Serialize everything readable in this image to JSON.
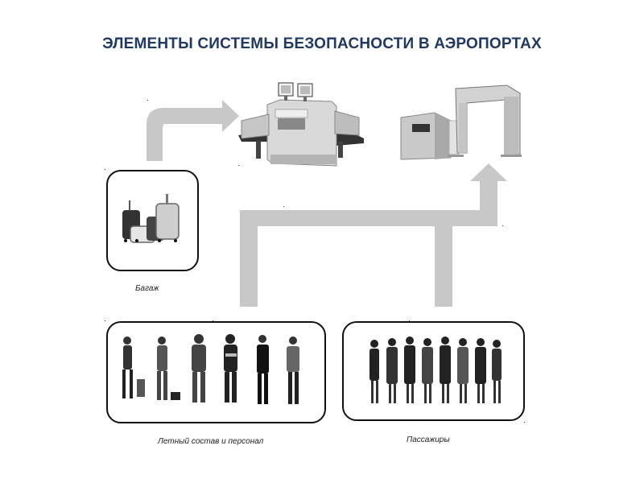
{
  "title": "ЭЛЕМЕНТЫ СИСТЕМЫ БЕЗОПАСНОСТИ В АЭРОПОРТАХ",
  "nodes": {
    "baggage": {
      "label": "Багаж"
    },
    "crew": {
      "label": "Летный состав и персонал"
    },
    "passengers": {
      "label": "Пассажиры"
    },
    "xray": {
      "label": ""
    },
    "portal": {
      "panel_text": ""
    }
  },
  "colors": {
    "title": "#1f3864",
    "arrow": "#c8c8c8",
    "machine": "#d9d9d9"
  }
}
